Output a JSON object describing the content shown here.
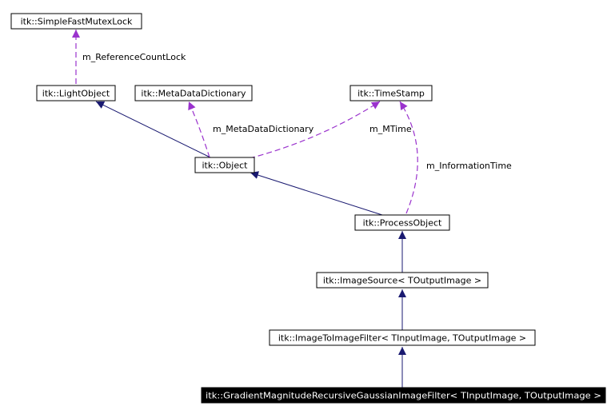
{
  "colors": {
    "inherit_edge": "#191970",
    "member_edge": "#9a32cd",
    "node_border": "#000000",
    "node_fill": "#ffffff",
    "highlight_fill": "#000000",
    "highlight_text": "#ffffff"
  },
  "nodes": {
    "mutex": "itk::SimpleFastMutexLock",
    "light": "itk::LightObject",
    "meta": "itk::MetaDataDictionary",
    "time": "itk::TimeStamp",
    "object": "itk::Object",
    "process": "itk::ProcessObject",
    "source": "itk::ImageSource< TOutputImage >",
    "filter": "itk::ImageToImageFilter< TInputImage, TOutputImage >",
    "gradient": "itk::GradientMagnitudeRecursiveGaussianImageFilter< TInputImage, TOutputImage >"
  },
  "edges": {
    "refcount": "m_ReferenceCountLock",
    "metadict": "m_MetaDataDictionary",
    "mtime": "m_MTime",
    "infotime": "m_InformationTime"
  }
}
